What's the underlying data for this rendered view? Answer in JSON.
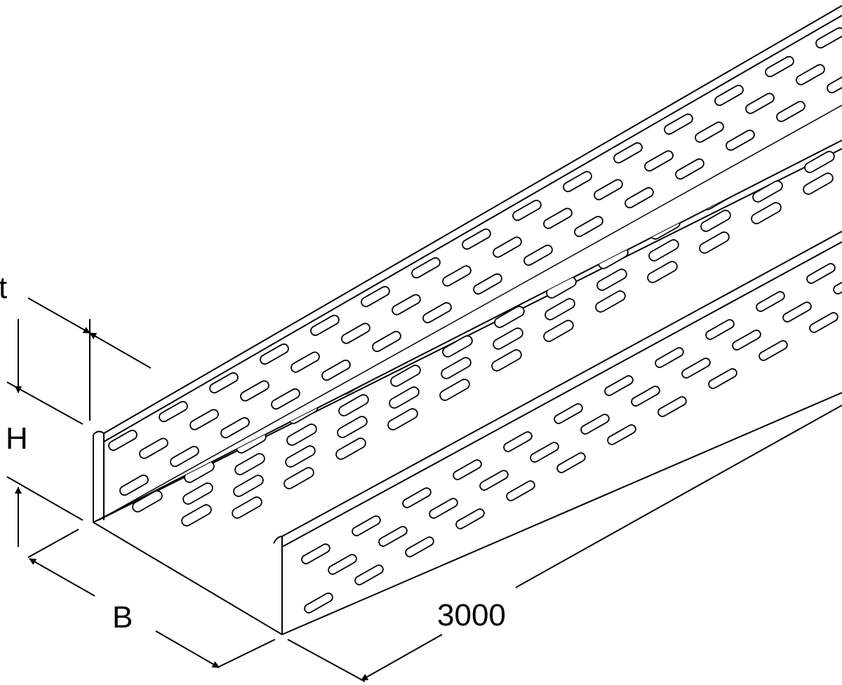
{
  "diagram": {
    "labels": {
      "thickness": "t",
      "height": "H",
      "width": "B",
      "length": "3000"
    },
    "colors": {
      "line": "#000000",
      "background": "#ffffff"
    }
  }
}
